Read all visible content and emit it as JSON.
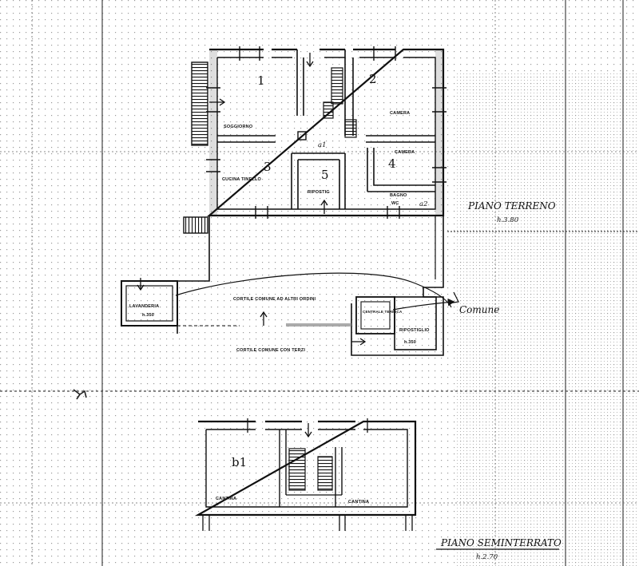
{
  "ground_floor": {
    "title": "PIANO TERRENO",
    "height": "h.3.80",
    "rooms": {
      "soggiorno": "SOGGIORNO",
      "camera": "CAMERA",
      "camera_small": "CAMERA",
      "cucina": "CUCINA TINELLO",
      "ripostiglio": "RIPOSTIG",
      "bagno": "BAGNO",
      "wc": "WC",
      "lavanderia": "LAVANDERIA",
      "lavanderia_h": "h.350",
      "centrale_termica": "CENTRALE TERMICA",
      "ripostiglio_ext": "RIPOSTIGLIO",
      "ripostiglio_ext_h": "h.350",
      "cortile_1": "CORTILE COMUNE AD ALTRI ORDINI",
      "cortile_2": "CORTILE COMUNE CON TERZI"
    },
    "numbers": [
      "1",
      "2",
      "3",
      "4",
      "5",
      "a1",
      "a2"
    ],
    "annotation": "Comune"
  },
  "basement": {
    "title": "PIANO SEMINTERRATO",
    "height": "h.2.70",
    "rooms": {
      "cantina_left": "CANTINA",
      "cantina_right": "CANTINA"
    },
    "numbers": [
      "b1"
    ]
  }
}
